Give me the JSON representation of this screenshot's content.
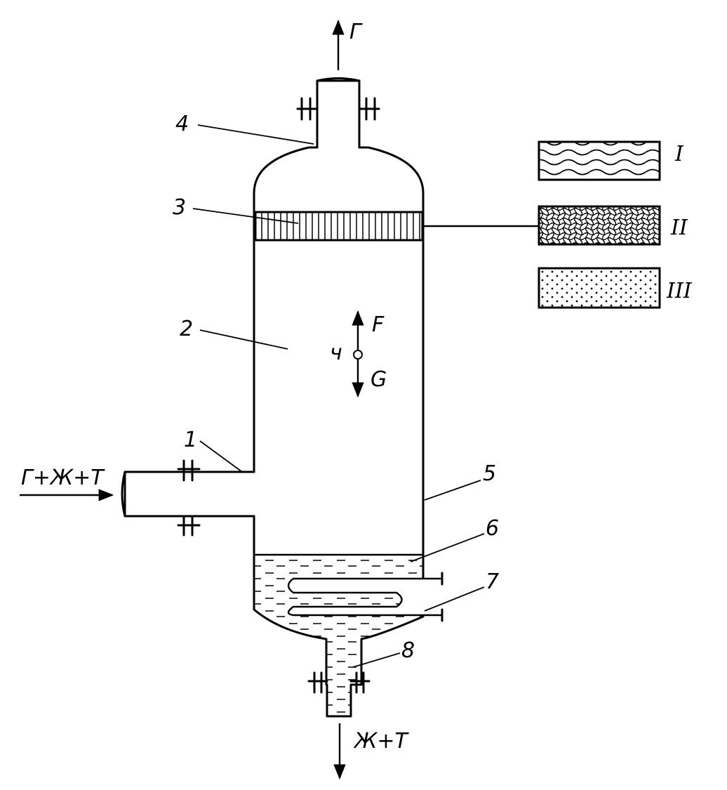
{
  "labels": {
    "gas_out": "Г",
    "inlet": "Г+Ж+Т",
    "outlet": "Ж+Т",
    "force_up": "F",
    "force_down": "G",
    "particle": "ч"
  },
  "part_numbers": [
    "1",
    "2",
    "3",
    "4",
    "5",
    "6",
    "7",
    "8"
  ],
  "packing_types": [
    "I",
    "II",
    "III"
  ]
}
